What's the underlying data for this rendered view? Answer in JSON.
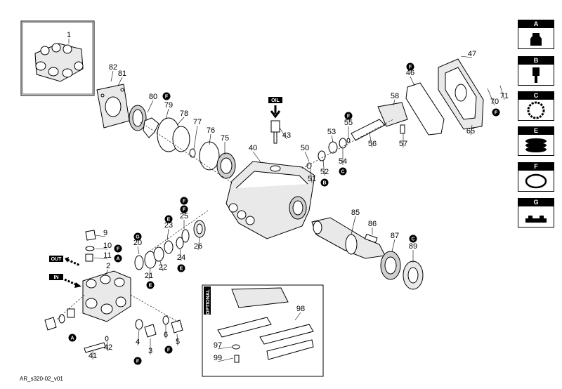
{
  "caption": "AR_s320-02_v01",
  "tags": {
    "oil": "OIL",
    "out": "OUT",
    "in": "IN",
    "optional": "OPTIONAL"
  },
  "legend": [
    {
      "letter": "A",
      "icon": "threadlocker-bottle-icon"
    },
    {
      "letter": "B",
      "icon": "grease-tube-icon"
    },
    {
      "letter": "C",
      "icon": "bearing-ring-icon"
    },
    {
      "letter": "E",
      "icon": "seal-kit-stack-icon"
    },
    {
      "letter": "F",
      "icon": "o-ring-icon"
    },
    {
      "letter": "G",
      "icon": "tool-plate-icon"
    }
  ],
  "labels": [
    "1",
    "2",
    "3",
    "4",
    "5",
    "6",
    "9",
    "10",
    "11",
    "20",
    "21",
    "22",
    "23",
    "24",
    "25",
    "26",
    "40",
    "41",
    "42",
    "43",
    "46",
    "47",
    "50",
    "51",
    "52",
    "53",
    "54",
    "55",
    "56",
    "57",
    "58",
    "65",
    "70",
    "71",
    "75",
    "76",
    "77",
    "78",
    "79",
    "80",
    "81",
    "82",
    "85",
    "86",
    "87",
    "89",
    "97",
    "98",
    "99"
  ],
  "badges": [
    "F",
    "A",
    "G",
    "E",
    "E",
    "F",
    "E",
    "F",
    "A",
    "F",
    "F",
    "B",
    "C",
    "F",
    "F",
    "F",
    "F",
    "C"
  ]
}
